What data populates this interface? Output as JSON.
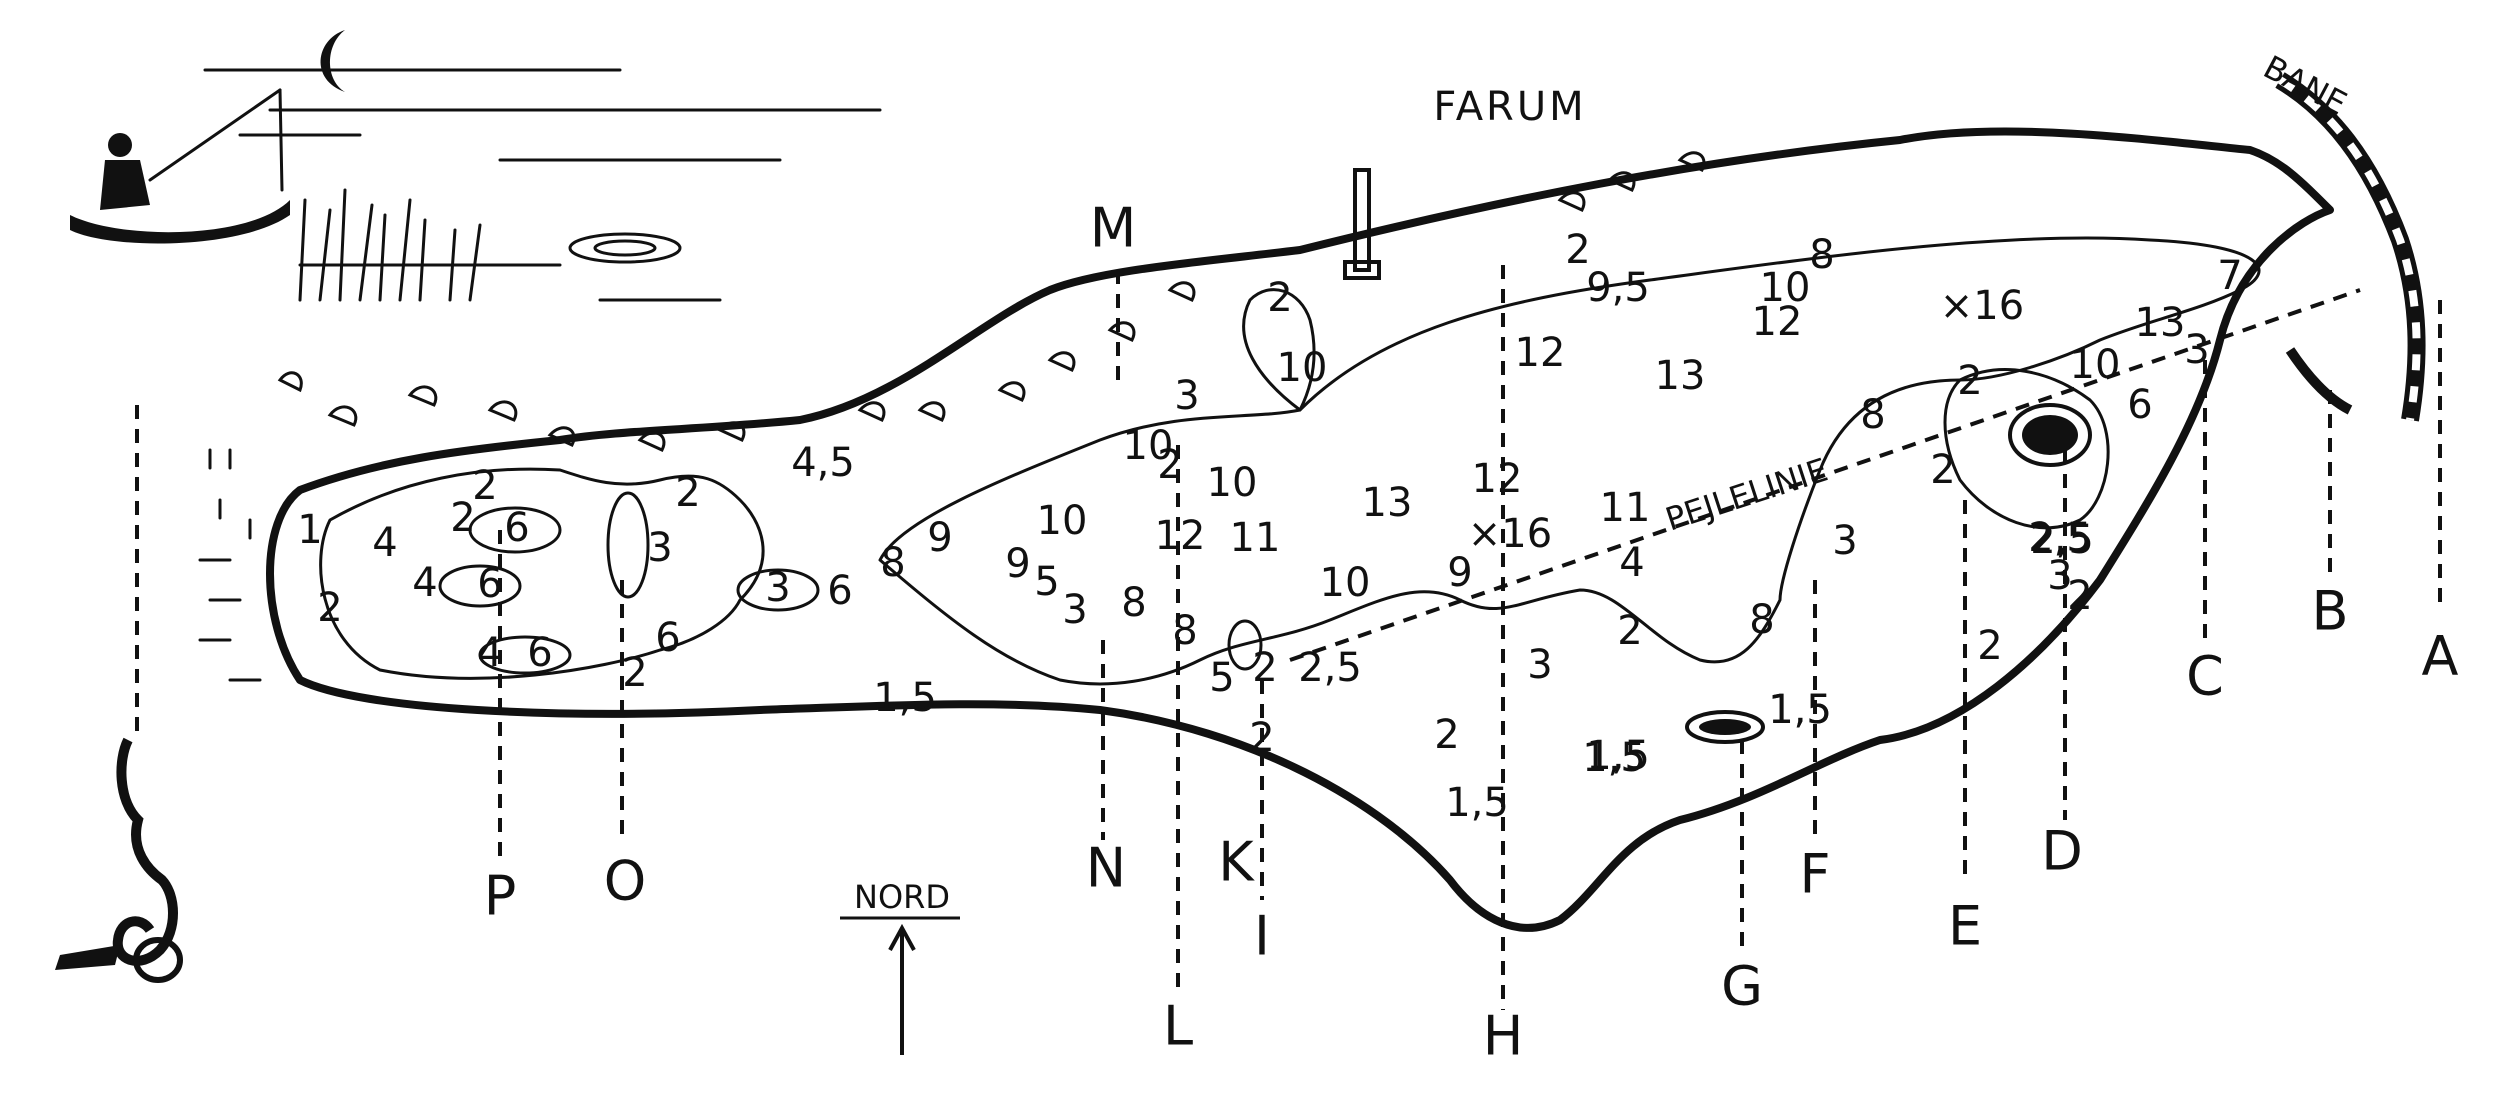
{
  "map": {
    "place_label": "FARUM",
    "railway_label": "BANE",
    "bearing_label": "PEJLELINIE",
    "bearing_depth": "11",
    "north_label": "NORD"
  },
  "transects": [
    {
      "letter": "A"
    },
    {
      "letter": "B"
    },
    {
      "letter": "C"
    },
    {
      "letter": "D"
    },
    {
      "letter": "E"
    },
    {
      "letter": "F"
    },
    {
      "letter": "G"
    },
    {
      "letter": "H"
    },
    {
      "letter": "I"
    },
    {
      "letter": "K"
    },
    {
      "letter": "L"
    },
    {
      "letter": "M"
    },
    {
      "letter": "N"
    },
    {
      "letter": "O"
    },
    {
      "letter": "P"
    }
  ],
  "soundings": [
    "2",
    "9,5",
    "8",
    "10",
    "12",
    "×16",
    "7",
    "13",
    "3",
    "10",
    "6",
    "12",
    "13",
    "2",
    "10",
    "3",
    "10",
    "2",
    "10",
    "12",
    "11",
    "13",
    "×16",
    "12",
    "10",
    "9",
    "9",
    "8",
    "9",
    "10",
    "5",
    "3",
    "8",
    "8",
    "4",
    "2",
    "3",
    "1,5",
    "8",
    "2",
    "2",
    "1,5",
    "1,5",
    "2",
    "2,5",
    "2",
    "3",
    "2",
    "8",
    "3",
    "2,5",
    "2",
    "4,5",
    "3",
    "6",
    "2",
    "2",
    "6",
    "4",
    "4",
    "6",
    "2",
    "4",
    "6",
    "6",
    "2",
    "3",
    "1",
    "2",
    "1,5",
    "2",
    "1,5",
    "1,5",
    "2,5",
    "5"
  ]
}
